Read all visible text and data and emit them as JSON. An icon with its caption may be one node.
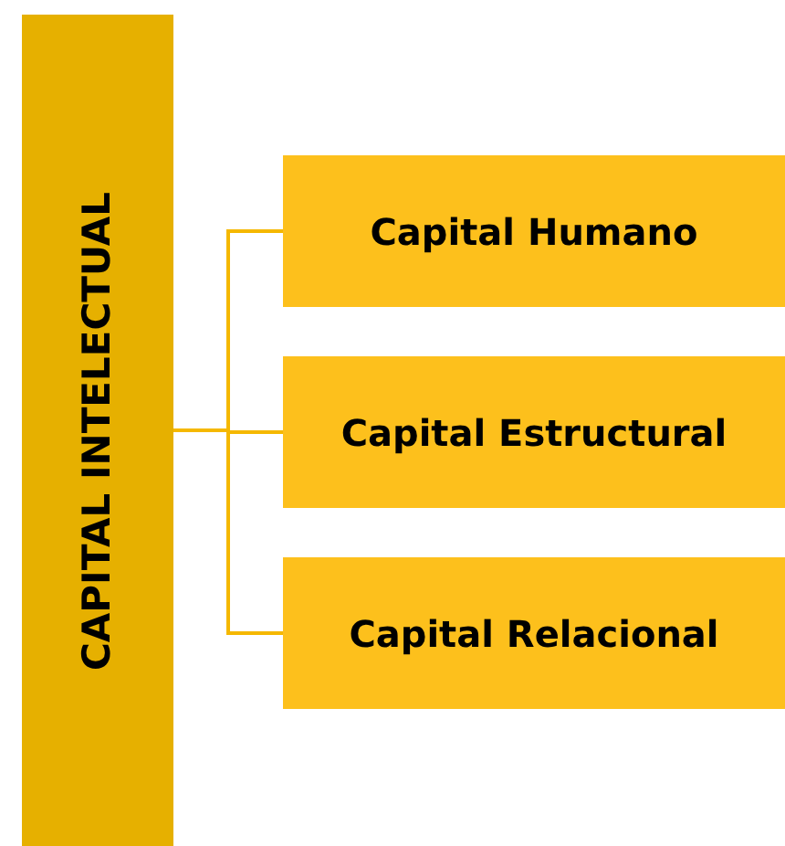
{
  "diagram": {
    "nodes": [
      {
        "text": [
          "CAPITAL INTELECTUAL"
        ]
      },
      {
        "text": [
          "Capital Humano"
        ]
      },
      {
        "text": [
          "Capital Estructural"
        ]
      },
      {
        "text": [
          "Capital Relacional"
        ]
      }
    ],
    "edges": [
      {
        "from": 0,
        "to": 1,
        "arrow": "none"
      },
      {
        "from": 0,
        "to": 2,
        "arrow": "none"
      },
      {
        "from": 0,
        "to": 3,
        "arrow": "none"
      }
    ]
  }
}
